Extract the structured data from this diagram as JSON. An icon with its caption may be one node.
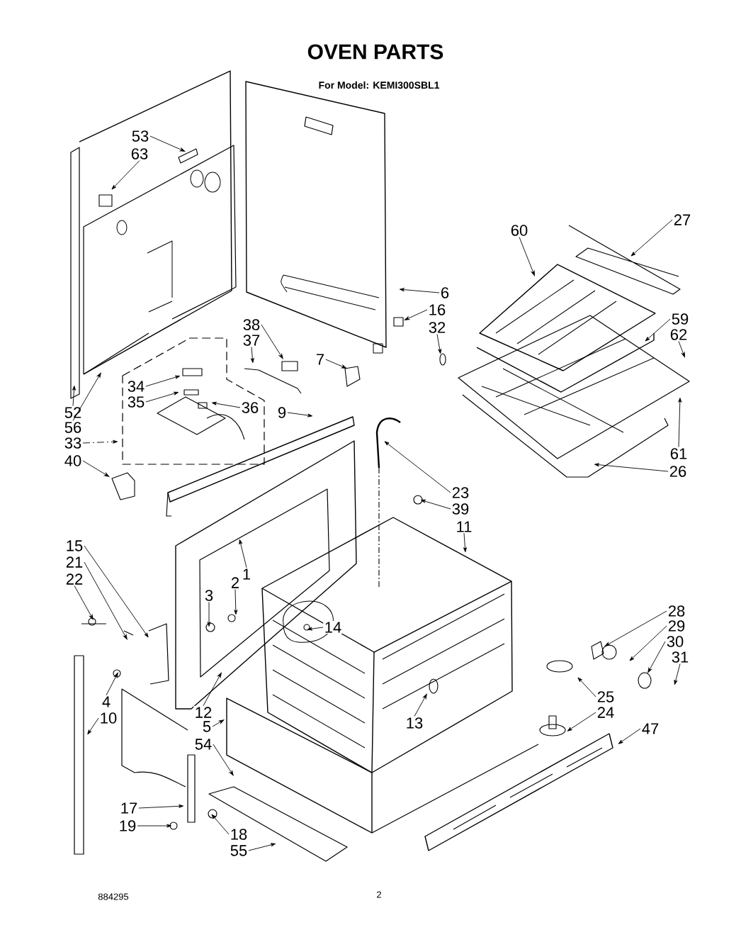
{
  "diagram": {
    "title": "OVEN PARTS",
    "nodes": [
      {
        "text": [
          "53"
        ]
      },
      {
        "text": [
          "63"
        ]
      },
      {
        "text": [
          "27"
        ]
      },
      {
        "text": [
          "60"
        ]
      },
      {
        "text": [
          "6"
        ]
      },
      {
        "text": [
          "16"
        ]
      },
      {
        "text": [
          "59"
        ]
      },
      {
        "text": [
          "38"
        ]
      },
      {
        "text": [
          "32"
        ]
      },
      {
        "text": [
          "62"
        ]
      },
      {
        "text": [
          "37"
        ]
      },
      {
        "text": [
          "7"
        ]
      },
      {
        "text": [
          "34"
        ]
      },
      {
        "text": [
          "35"
        ]
      },
      {
        "text": [
          "36"
        ]
      },
      {
        "text": [
          "52"
        ]
      },
      {
        "text": [
          "9"
        ]
      },
      {
        "text": [
          "56"
        ]
      },
      {
        "text": [
          "61"
        ]
      },
      {
        "text": [
          "33"
        ]
      },
      {
        "text": [
          "40"
        ]
      },
      {
        "text": [
          "26"
        ]
      },
      {
        "text": [
          "23"
        ]
      },
      {
        "text": [
          "39"
        ]
      },
      {
        "text": [
          "11"
        ]
      },
      {
        "text": [
          "15"
        ]
      },
      {
        "text": [
          "21"
        ]
      },
      {
        "text": [
          "1"
        ]
      },
      {
        "text": [
          "22"
        ]
      },
      {
        "text": [
          "2"
        ]
      },
      {
        "text": [
          "3"
        ]
      },
      {
        "text": [
          "28"
        ]
      },
      {
        "text": [
          "29"
        ]
      },
      {
        "text": [
          "14"
        ]
      },
      {
        "text": [
          "30"
        ]
      },
      {
        "text": [
          "31"
        ]
      },
      {
        "text": [
          "25"
        ]
      },
      {
        "text": [
          "4"
        ]
      },
      {
        "text": [
          "12"
        ]
      },
      {
        "text": [
          "24"
        ]
      },
      {
        "text": [
          "10"
        ]
      },
      {
        "text": [
          "13"
        ]
      },
      {
        "text": [
          "5"
        ]
      },
      {
        "text": [
          "47"
        ]
      },
      {
        "text": [
          "54"
        ]
      },
      {
        "text": [
          "17"
        ]
      },
      {
        "text": [
          "19"
        ]
      },
      {
        "text": [
          "18"
        ]
      },
      {
        "text": [
          "55"
        ]
      }
    ],
    "edges": [
      {
        "from": 0,
        "to": null,
        "arrow": "to"
      },
      {
        "from": 1,
        "to": null,
        "arrow": "to"
      },
      {
        "from": 2,
        "to": null,
        "arrow": "to"
      },
      {
        "from": 3,
        "to": null,
        "arrow": "to"
      },
      {
        "from": 4,
        "to": null,
        "arrow": "to"
      },
      {
        "from": 5,
        "to": null,
        "arrow": "to"
      },
      {
        "from": 6,
        "to": null,
        "arrow": "to"
      },
      {
        "from": 7,
        "to": null,
        "arrow": "to"
      },
      {
        "from": 8,
        "to": null,
        "arrow": "to"
      },
      {
        "from": 9,
        "to": null,
        "arrow": "to"
      },
      {
        "from": 10,
        "to": null,
        "arrow": "to"
      },
      {
        "from": 11,
        "to": null,
        "arrow": "to"
      },
      {
        "from": 12,
        "to": null,
        "arrow": "to"
      },
      {
        "from": 13,
        "to": null,
        "arrow": "to"
      },
      {
        "from": 14,
        "to": null,
        "arrow": "to"
      },
      {
        "from": 15,
        "to": null,
        "arrow": "to"
      },
      {
        "from": 16,
        "to": null,
        "arrow": "to"
      },
      {
        "from": 17,
        "to": null,
        "arrow": "to"
      },
      {
        "from": 18,
        "to": null,
        "arrow": "to"
      },
      {
        "from": 19,
        "to": null,
        "arrow": "to",
        "style": "dashed"
      },
      {
        "from": 20,
        "to": null,
        "arrow": "to"
      },
      {
        "from": 21,
        "to": null,
        "arrow": "to"
      },
      {
        "from": 22,
        "to": null,
        "arrow": "to"
      },
      {
        "from": 23,
        "to": null,
        "arrow": "to"
      },
      {
        "from": 24,
        "to": null,
        "arrow": "to"
      },
      {
        "from": 25,
        "to": null,
        "arrow": "to"
      },
      {
        "from": 26,
        "to": null,
        "arrow": "to"
      },
      {
        "from": 27,
        "to": null,
        "arrow": "to"
      },
      {
        "from": 28,
        "to": null,
        "arrow": "to"
      },
      {
        "from": 29,
        "to": null,
        "arrow": "to"
      },
      {
        "from": 30,
        "to": null,
        "arrow": "to"
      },
      {
        "from": 31,
        "to": null,
        "arrow": "to"
      },
      {
        "from": 32,
        "to": null,
        "arrow": "to"
      },
      {
        "from": 33,
        "to": null,
        "arrow": "to"
      },
      {
        "from": 34,
        "to": null,
        "arrow": "to"
      },
      {
        "from": 35,
        "to": null,
        "arrow": "to"
      },
      {
        "from": 36,
        "to": null,
        "arrow": "to"
      },
      {
        "from": 37,
        "to": null,
        "arrow": "to"
      },
      {
        "from": 38,
        "to": null,
        "arrow": "to"
      },
      {
        "from": 39,
        "to": null,
        "arrow": "to"
      },
      {
        "from": 40,
        "to": null,
        "arrow": "to"
      },
      {
        "from": 41,
        "to": null,
        "arrow": "to"
      },
      {
        "from": 42,
        "to": null,
        "arrow": "to"
      },
      {
        "from": 43,
        "to": null,
        "arrow": "to"
      },
      {
        "from": 44,
        "to": null,
        "arrow": "to"
      },
      {
        "from": 45,
        "to": null,
        "arrow": "to"
      },
      {
        "from": 46,
        "to": null,
        "arrow": "to"
      },
      {
        "from": 47,
        "to": null,
        "arrow": "to"
      },
      {
        "from": 48,
        "to": null,
        "arrow": "to"
      }
    ],
    "labels": [
      "For Model: KEMI300SBL1",
      "884295",
      "2"
    ]
  }
}
